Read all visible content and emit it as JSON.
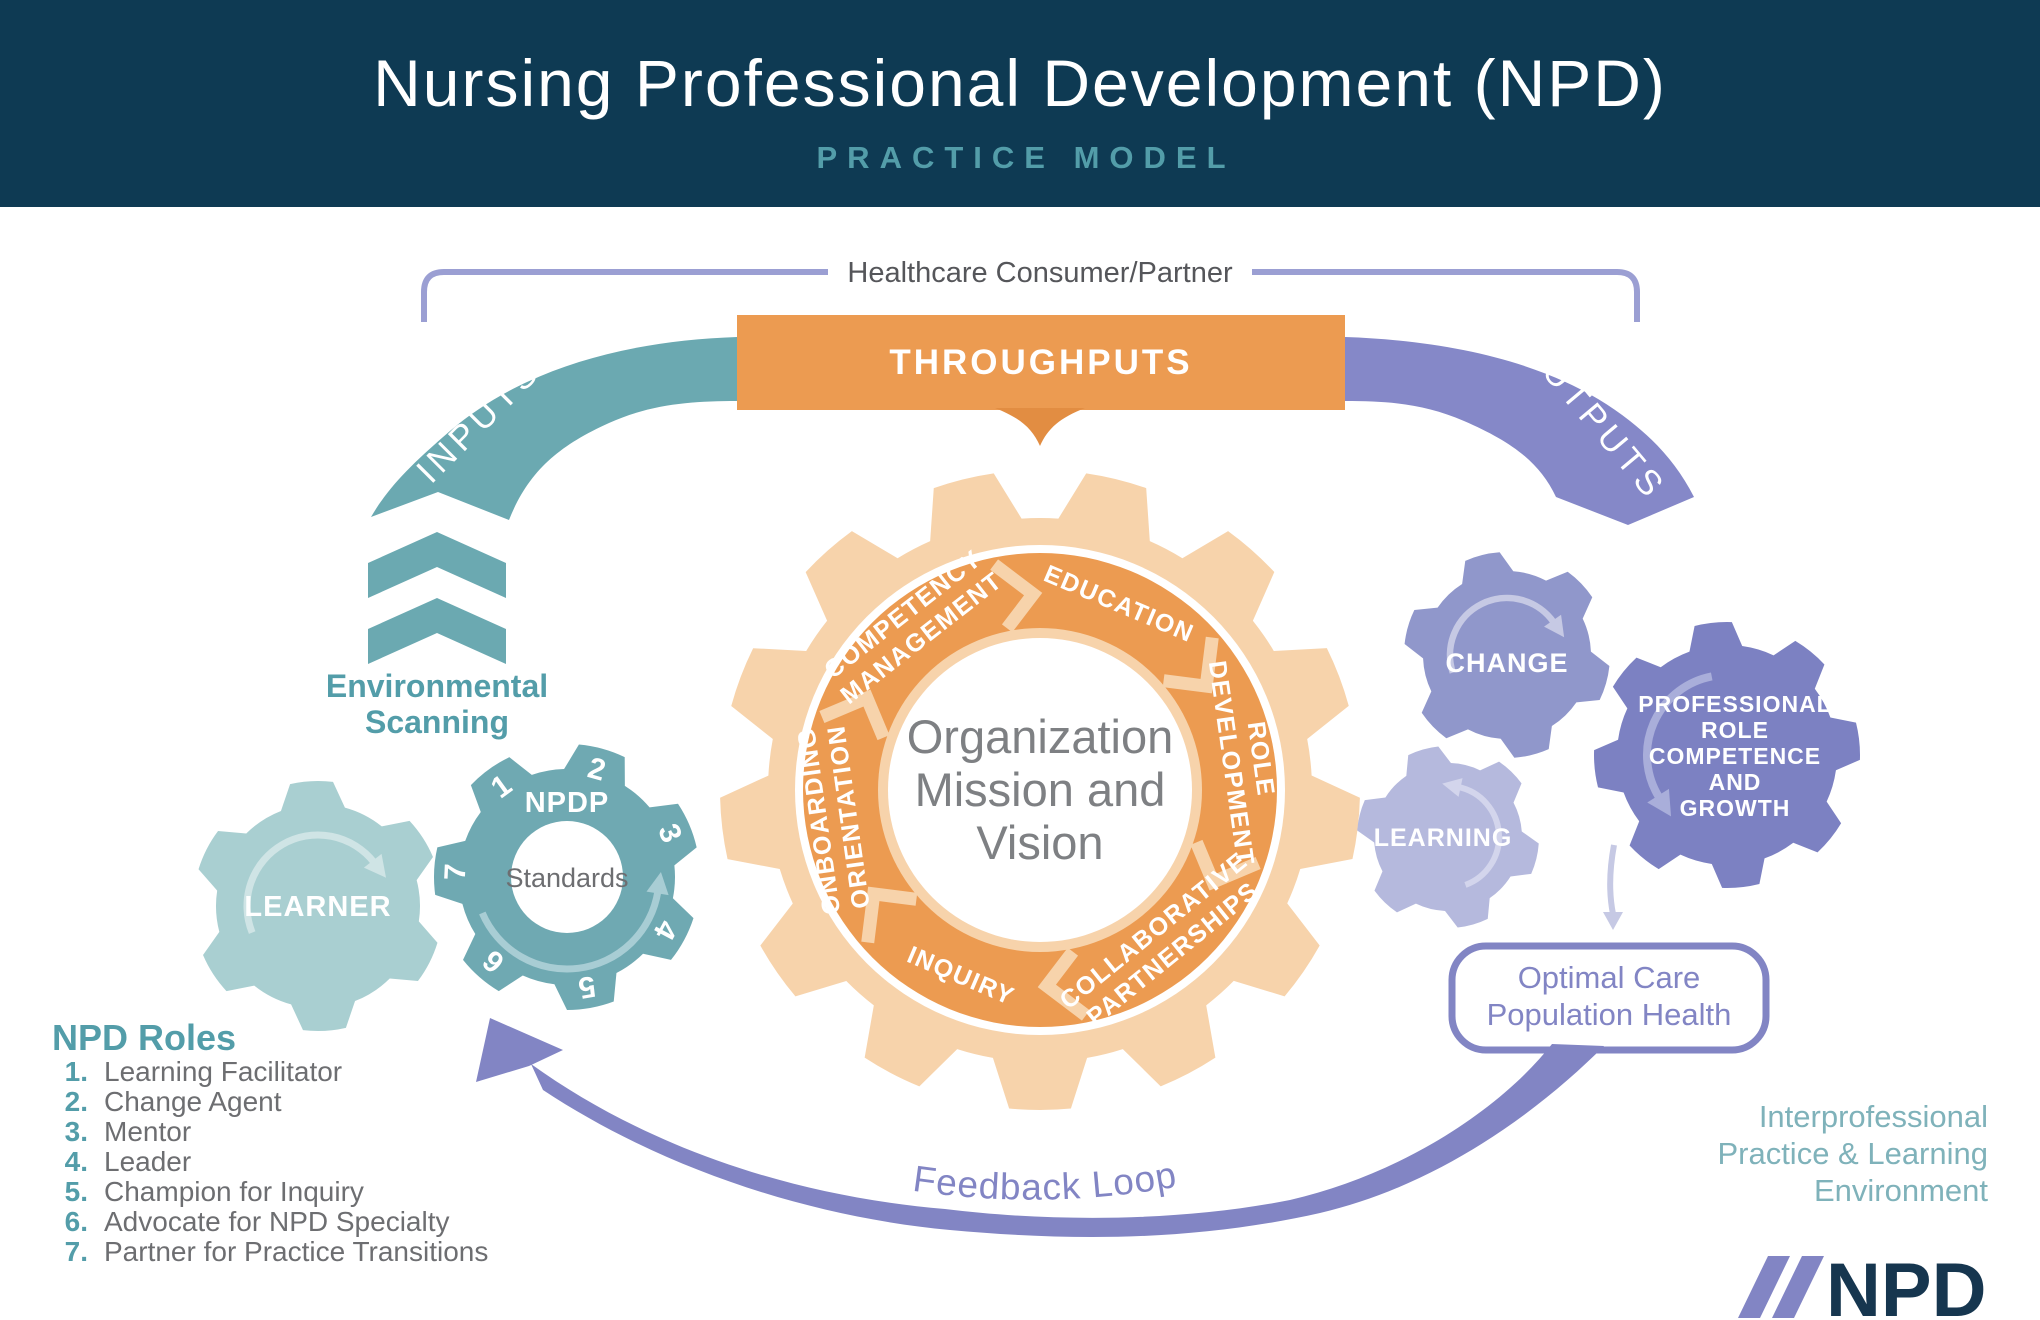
{
  "header": {
    "title": "Nursing Professional Development (NPD)",
    "subtitle": "PRACTICE MODEL"
  },
  "top": {
    "bracket_label": "Healthcare Consumer/Partner",
    "inputs": "INPUTS",
    "throughputs": "THROUGHPUTS",
    "outputs": "OUTPUTS"
  },
  "left": {
    "environmental": [
      "Environmental",
      "Scanning"
    ],
    "learner": "LEARNER",
    "npdp": {
      "title": "NPDP",
      "center": "Standards",
      "numbers": [
        "1",
        "2",
        "3",
        "4",
        "5",
        "6",
        "7"
      ]
    }
  },
  "center_gear": {
    "core": [
      "Organization",
      "Mission and",
      "Vision"
    ],
    "segments": [
      {
        "label": "COMPETENCY MANAGEMENT",
        "lines": [
          "COMPETENCY",
          "MANAGEMENT"
        ]
      },
      {
        "label": "EDUCATION",
        "lines": [
          "EDUCATION"
        ]
      },
      {
        "label": "ROLE DEVELOPMENT",
        "lines": [
          "ROLE",
          "DEVELOPMENT"
        ]
      },
      {
        "label": "COLLABORATIVE PARTNERSHIPS",
        "lines": [
          "COLLABORATIVE",
          "PARTNERSHIPS"
        ]
      },
      {
        "label": "INQUIRY",
        "lines": [
          "INQUIRY"
        ]
      },
      {
        "label": "ONBOARDING ORIENTATION",
        "lines": [
          "ONBOARDING",
          "ORIENTATION"
        ]
      }
    ]
  },
  "right": {
    "change": "CHANGE",
    "learning": "LEARNING",
    "professional": [
      "PROFESSIONAL",
      "ROLE",
      "COMPETENCE",
      "AND",
      "GROWTH"
    ],
    "optimal": [
      "Optimal Care",
      "Population Health"
    ]
  },
  "bottom": {
    "feedback": "Feedback Loop",
    "roles": {
      "title": "NPD Roles",
      "items": [
        {
          "num": "1.",
          "label": "Learning Facilitator"
        },
        {
          "num": "2.",
          "label": "Change Agent"
        },
        {
          "num": "3.",
          "label": "Mentor"
        },
        {
          "num": "4.",
          "label": "Leader"
        },
        {
          "num": "5.",
          "label": "Champion for Inquiry"
        },
        {
          "num": "6.",
          "label": "Advocate for NPD Specialty"
        },
        {
          "num": "7.",
          "label": "Partner for Practice Transitions"
        }
      ]
    },
    "environment": [
      "Interprofessional",
      "Practice & Learning",
      "Environment"
    ],
    "logo": "NPD"
  },
  "colors": {
    "navy": "#0E3A53",
    "teal": "#6BA9B1",
    "teal-text": "#539DA9",
    "teal-gear-light": "#A9CFD1",
    "teal-gear": "#6FA9B2",
    "teal-arrow-light": "#CFE4E5",
    "teal-arrow": "#A8CDD4",
    "orange": "#EC9B51",
    "orange-deep": "#E28D42",
    "peach": "#F7D3AB",
    "text-gray": "#7E8083",
    "dark-gray": "#55565A",
    "mid-gray": "#6D6E71",
    "lavender": "#9B9FD3",
    "purple": "#8588C8",
    "purple-change": "#9097CB",
    "purple-learning": "#B5B9DD",
    "purple-professional": "#7C81C2",
    "purple-accent": "#8285C4",
    "purple-arrow-light": "#C6C9E4",
    "logo-navy": "#16364F",
    "interprof-teal": "#7FB2BA"
  }
}
